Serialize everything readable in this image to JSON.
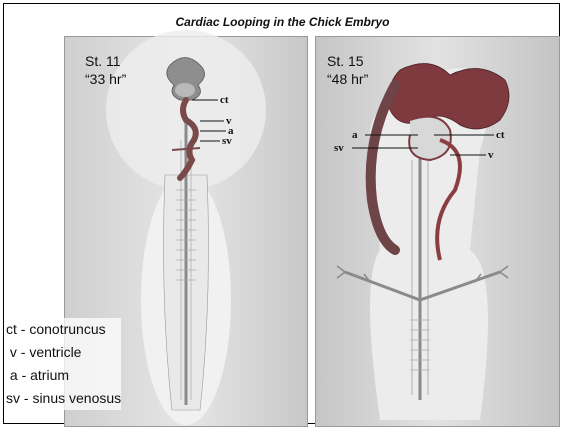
{
  "title": "Cardiac Looping in the Chick Embryo",
  "panels": [
    {
      "stage": "St. 11",
      "hours": "“33 hr”"
    },
    {
      "stage": "St. 15",
      "hours": "“48 hr”"
    }
  ],
  "labels_left": {
    "ct": "ct",
    "v": "v",
    "a": "a",
    "sv": "sv"
  },
  "labels_right": {
    "a": "a",
    "sv": "sv",
    "ct": "ct",
    "v": "v"
  },
  "legend": [
    "ct - conotruncus",
    " v - ventricle",
    " a - atrium",
    "sv - sinus venosus"
  ],
  "colors": {
    "heart_left": "#7a4a4a",
    "heart_right": "#8a3e42",
    "background_gray": "#c9c9c9"
  }
}
